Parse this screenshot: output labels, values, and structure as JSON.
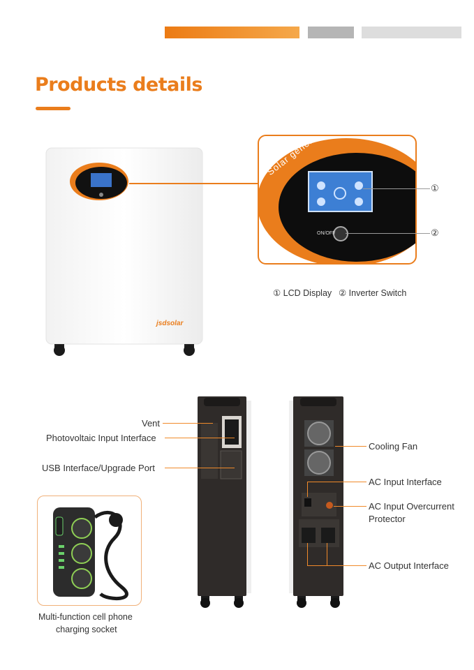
{
  "header": {
    "title": "Products details",
    "accent_color": "#ea7d1c"
  },
  "front_view": {
    "brand_logo": "jsdsolar",
    "zoom_panel": {
      "ring_text": "Solar generator",
      "on_off_label": "ON/OFF",
      "callout_1": "①",
      "callout_2": "②"
    },
    "legend": {
      "item_1": "① LCD Display",
      "item_2": "② Inverter Switch"
    }
  },
  "side_view": {
    "labels": {
      "vent": "Vent",
      "pv_input": "Photovoltaic Input Interface",
      "usb": "USB Interface/Upgrade Port"
    }
  },
  "back_view": {
    "labels": {
      "cooling_fan": "Cooling Fan",
      "ac_input": "AC Input Interface",
      "ac_overcurrent_line1": "AC Input Overcurrent",
      "ac_overcurrent_line2": "Protector",
      "ac_output": "AC Output Interface"
    }
  },
  "accessory": {
    "caption_line1": "Multi-function cell phone",
    "caption_line2": "charging socket"
  },
  "colors": {
    "orange": "#ea7d1c",
    "gray_dark": "#b3b3b3",
    "gray_light": "#dcdcdc",
    "cabinet": "#2e2a28"
  }
}
